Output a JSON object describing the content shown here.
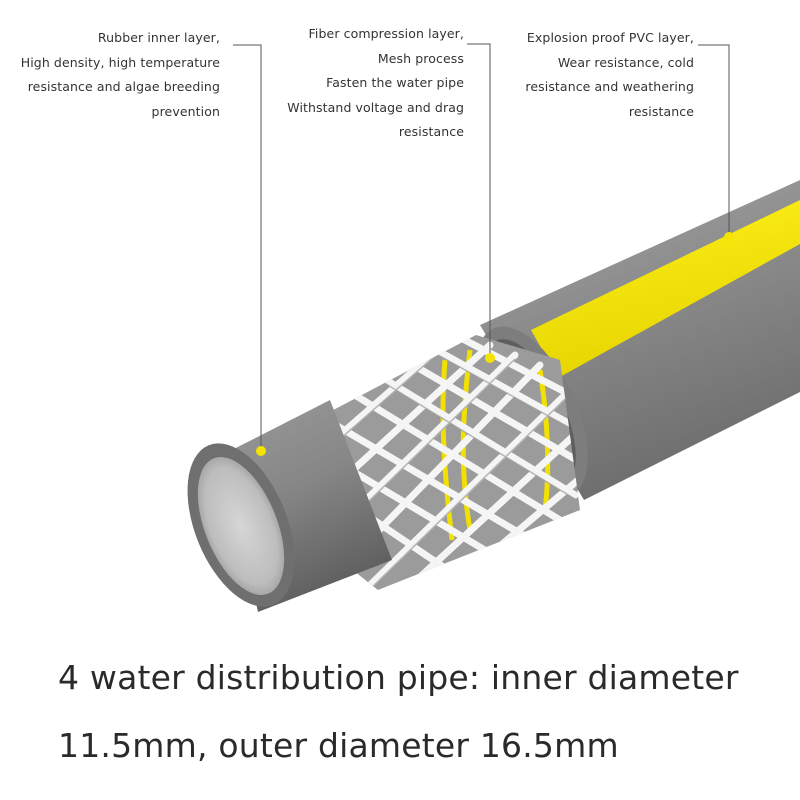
{
  "callouts": {
    "rubber": {
      "lines": [
        "Rubber inner layer,",
        "High density, high temperature",
        "resistance and algae breeding",
        "prevention"
      ]
    },
    "fiber": {
      "lines": [
        "Fiber compression layer,",
        "Mesh process",
        "Fasten the water pipe",
        "Withstand voltage and drag",
        "resistance"
      ]
    },
    "pvc": {
      "lines": [
        "Explosion proof PVC layer,",
        "Wear resistance, cold",
        "resistance and weathering",
        "resistance"
      ]
    }
  },
  "caption": {
    "line1": "4 water distribution pipe: inner diameter",
    "line2": "11.5mm, outer diameter 16.5mm"
  },
  "colors": {
    "background": "#ffffff",
    "hose_gray": "#8f8f8f",
    "stripe_yellow": "#f2e500",
    "marker_yellow": "#f5e400",
    "mesh_white": "#f4f4f4",
    "leader_line": "#555555"
  }
}
